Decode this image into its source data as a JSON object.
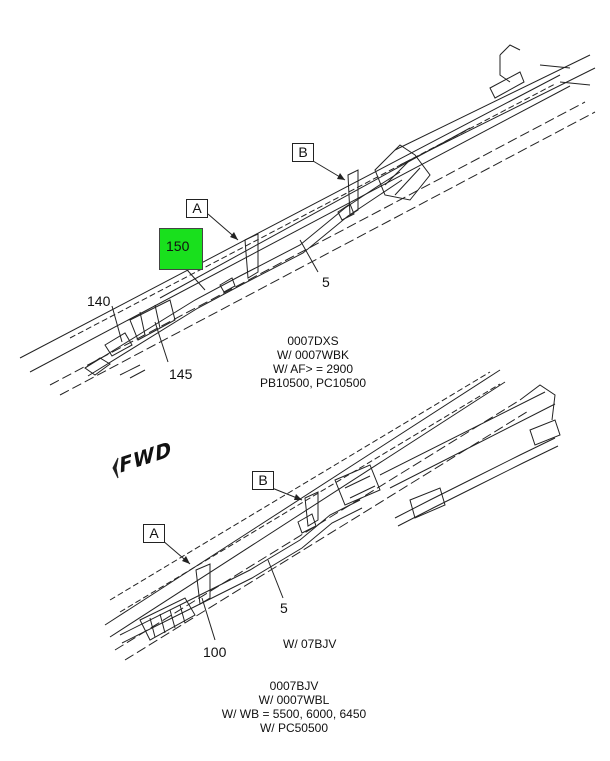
{
  "upper_view": {
    "callouts": {
      "a": "A",
      "b": "B"
    },
    "parts": {
      "p150": "150",
      "p140": "140",
      "p145": "145",
      "p5": "5"
    },
    "note_lines": [
      "0007DXS",
      "W/ 0007WBK",
      "W/ AF> = 2900",
      "PB10500, PC10500"
    ]
  },
  "lower_view": {
    "callouts": {
      "a": "A",
      "b": "B"
    },
    "parts": {
      "p5": "5",
      "p100": "100"
    },
    "variant_label": "W/ 07BJV",
    "note_lines": [
      "0007BJV",
      "W/ 0007WBL",
      "W/ WB = 5500, 6000, 6450",
      "W/ PC50500"
    ]
  },
  "direction_label": "FWD",
  "highlight_color": "#19e01d"
}
